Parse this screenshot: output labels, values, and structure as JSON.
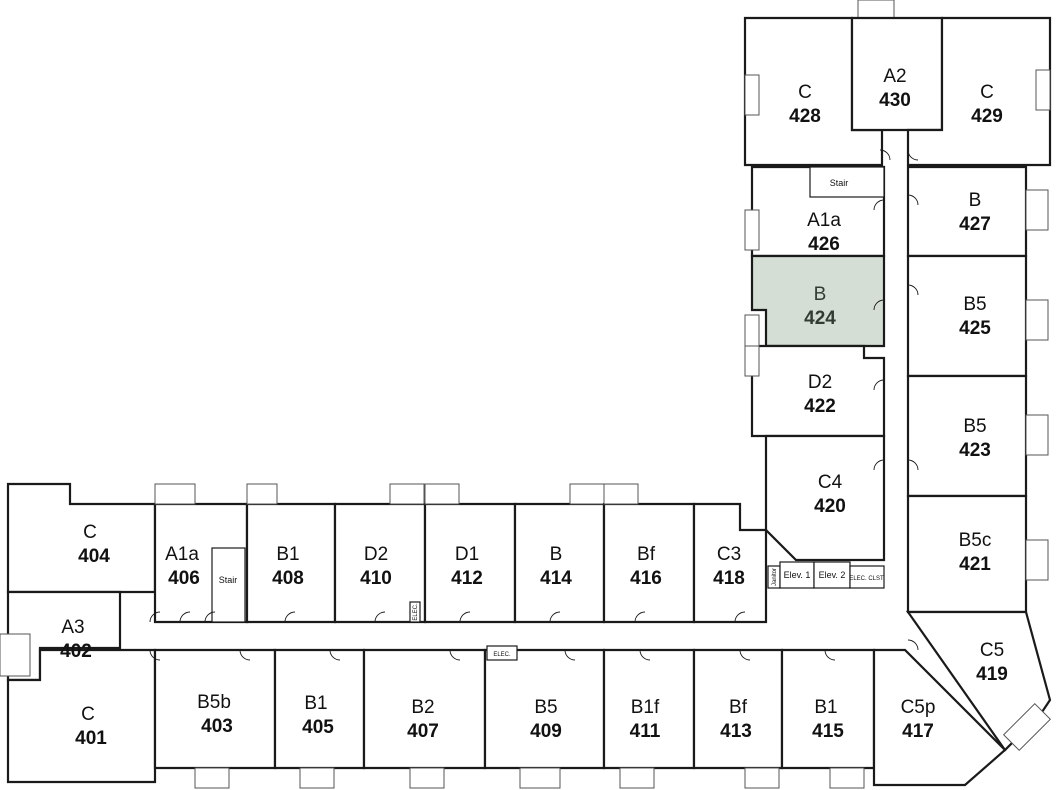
{
  "highlight_color": "#d4ded4",
  "units": [
    {
      "id": "u428",
      "type": "C",
      "number": "428",
      "highlighted": false
    },
    {
      "id": "u430",
      "type": "A2",
      "number": "430",
      "highlighted": false
    },
    {
      "id": "u429",
      "type": "C",
      "number": "429",
      "highlighted": false
    },
    {
      "id": "u426",
      "type": "A1a",
      "number": "426",
      "highlighted": false
    },
    {
      "id": "u427",
      "type": "B",
      "number": "427",
      "highlighted": false
    },
    {
      "id": "u424",
      "type": "B",
      "number": "424",
      "highlighted": true
    },
    {
      "id": "u425",
      "type": "B5",
      "number": "425",
      "highlighted": false
    },
    {
      "id": "u422",
      "type": "D2",
      "number": "422",
      "highlighted": false
    },
    {
      "id": "u423",
      "type": "B5",
      "number": "423",
      "highlighted": false
    },
    {
      "id": "u420",
      "type": "C4",
      "number": "420",
      "highlighted": false
    },
    {
      "id": "u421",
      "type": "B5c",
      "number": "421",
      "highlighted": false
    },
    {
      "id": "u419",
      "type": "C5",
      "number": "419",
      "highlighted": false
    },
    {
      "id": "u404",
      "type": "C",
      "number": "404",
      "highlighted": false
    },
    {
      "id": "u406",
      "type": "A1a",
      "number": "406",
      "highlighted": false
    },
    {
      "id": "u408",
      "type": "B1",
      "number": "408",
      "highlighted": false
    },
    {
      "id": "u410",
      "type": "D2",
      "number": "410",
      "highlighted": false
    },
    {
      "id": "u412",
      "type": "D1",
      "number": "412",
      "highlighted": false
    },
    {
      "id": "u414",
      "type": "B",
      "number": "414",
      "highlighted": false
    },
    {
      "id": "u416",
      "type": "Bf",
      "number": "416",
      "highlighted": false
    },
    {
      "id": "u418",
      "type": "C3",
      "number": "418",
      "highlighted": false
    },
    {
      "id": "u402",
      "type": "A3",
      "number": "402",
      "highlighted": false
    },
    {
      "id": "u401",
      "type": "C",
      "number": "401",
      "highlighted": false
    },
    {
      "id": "u403",
      "type": "B5b",
      "number": "403",
      "highlighted": false
    },
    {
      "id": "u405",
      "type": "B1",
      "number": "405",
      "highlighted": false
    },
    {
      "id": "u407",
      "type": "B2",
      "number": "407",
      "highlighted": false
    },
    {
      "id": "u409",
      "type": "B5",
      "number": "409",
      "highlighted": false
    },
    {
      "id": "u411",
      "type": "B1f",
      "number": "411",
      "highlighted": false
    },
    {
      "id": "u413",
      "type": "Bf",
      "number": "413",
      "highlighted": false
    },
    {
      "id": "u415",
      "type": "B1",
      "number": "415",
      "highlighted": false
    },
    {
      "id": "u417",
      "type": "C5p",
      "number": "417",
      "highlighted": false
    }
  ],
  "service_labels": {
    "stair_top": "Stair",
    "stair_left": "Stair",
    "elev1": "Elev. 1",
    "elev2": "Elev. 2",
    "elec_clst": "ELEC. CLST.",
    "elec_corridor": "ELEC.",
    "elec_small": "ELEC.",
    "janitor": "Janitor"
  }
}
